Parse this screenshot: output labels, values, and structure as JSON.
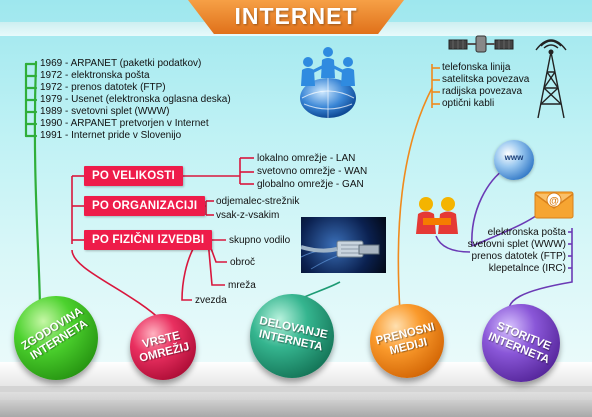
{
  "title": "INTERNET",
  "history": {
    "items": [
      "1969 - ARPANET (paketki podatkov)",
      "1972 - elektronska pošta",
      "1972 - prenos datotek (FTP)",
      "1979 - Usenet (elektronska oglasna deska)",
      "1989 - svetovni splet (WWW)",
      "1990 - ARPANET pretvorjen v Internet",
      "1991 - Internet pride v Slovenijo"
    ]
  },
  "network_types": {
    "by_size": {
      "label": "PO VELIKOSTI",
      "items": [
        "lokalno omrežje - LAN",
        "svetovno omrežje - WAN",
        "globalno omrežje - GAN"
      ]
    },
    "by_organization": {
      "label": "PO ORGANIZACIJI",
      "items": [
        "odjemalec-strežnik",
        "vsak-z-vsakim"
      ]
    },
    "by_physical": {
      "label": "PO FIZIČNI IZVEDBI",
      "items": [
        "skupno vodilo",
        "obroč",
        "mreža",
        "zvezda"
      ]
    }
  },
  "transmission_media": {
    "items": [
      "telefonska linija",
      "satelitska povezava",
      "radijska povezava",
      "optični kabli"
    ]
  },
  "services": {
    "items": [
      "elektronska pošta",
      "svetovni splet (WWW)",
      "prenos datotek (FTP)",
      "klepetalnce (IRC)"
    ],
    "globe_label": "www"
  },
  "balls": [
    {
      "line1": "ZGODOVINA",
      "line2": "INTERNETA",
      "color": "#39c224"
    },
    {
      "line1": "VRSTE",
      "line2": "OMREŽIJ",
      "color": "#d6184f"
    },
    {
      "line1": "DELOVANJE",
      "line2": "INTERNETA",
      "color": "#2a9f80"
    },
    {
      "line1": "PRENOSNI",
      "line2": "MEDIJI",
      "color": "#f07d12"
    },
    {
      "line1": "STORITVE",
      "line2": "INTERNETA",
      "color": "#6a35b8"
    }
  ],
  "colors": {
    "title_bg": "#ec8024",
    "category_bg": "#ee1c4a",
    "history_line": "#2fae3a",
    "types_line": "#d9173d",
    "delovanje_line": "#1e9b74",
    "media_line": "#f08a1c",
    "services_line": "#6b3ab5"
  }
}
